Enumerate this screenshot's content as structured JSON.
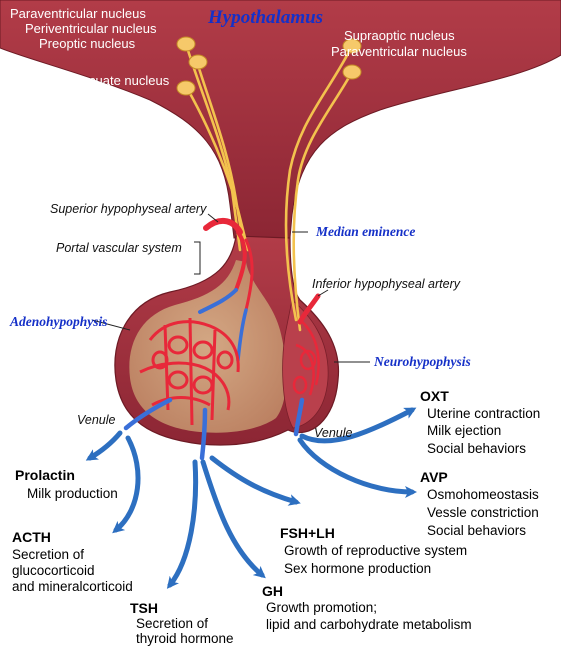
{
  "title": "Hypothalamus",
  "hypothalamus_left_nuclei": [
    "Paraventricular nucleus",
    "Periventricular nucleus",
    "Preoptic nucleus"
  ],
  "arcuate": "Arcuate nucleus",
  "hypothalamus_right_nuclei": [
    "Supraoptic nucleus",
    "Paraventricular nucleus"
  ],
  "labels": {
    "superior_artery": "Superior hypophyseal artery",
    "portal_system": "Portal vascular system",
    "median_eminence": "Median eminence",
    "inferior_artery": "Inferior hypophyseal artery",
    "adenohypophysis": "Adenohypophysis",
    "neurohypophysis": "Neurohypophysis",
    "venule_left": "Venule",
    "venule_right": "Venule"
  },
  "hormones": {
    "prolactin": {
      "name": "Prolactin",
      "lines": [
        "Milk production"
      ]
    },
    "acth": {
      "name": "ACTH",
      "lines": [
        "Secretion of",
        "glucocorticoid",
        "and mineralcorticoid"
      ]
    },
    "tsh": {
      "name": "TSH",
      "lines": [
        "Secretion of",
        "thyroid hormone"
      ]
    },
    "gh": {
      "name": "GH",
      "lines": [
        "Growth promotion;",
        "lipid and carbohydrate metabolism"
      ]
    },
    "fsh_lh": {
      "name": "FSH+LH",
      "lines": [
        "Growth of reproductive system",
        "Sex hormone production"
      ]
    },
    "oxt": {
      "name": "OXT",
      "lines": [
        "Uterine contraction",
        "Milk ejection",
        "Social behaviors"
      ]
    },
    "avp": {
      "name": "AVP",
      "lines": [
        "Osmohomeostasis",
        "Vessle constriction",
        "Social behaviors"
      ]
    }
  },
  "colors": {
    "tissue": "#a8343f",
    "tissue_dark": "#7d1f2b",
    "neuron": "#f3c24e",
    "artery": "#e8283a",
    "vein": "#3a6fd8",
    "arrow": "#2d6fc0",
    "label_blue": "#1530c8"
  }
}
